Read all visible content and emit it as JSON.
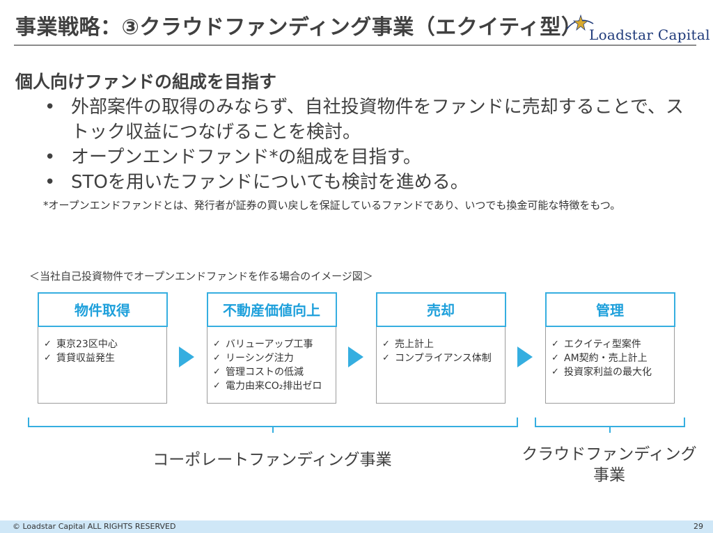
{
  "header": {
    "title": "事業戦略：③クラウドファンディング事業（エクイティ型）",
    "logo_text": "Loadstar Capital"
  },
  "content": {
    "heading": "個人向けファンドの組成を目指す",
    "bullets": [
      "外部案件の取得のみならず、自社投資物件をファンドに売却することで、ストック収益につなげることを検討。",
      "オープンエンドファンド*の組成を目指す。",
      "STOを用いたファンドについても検討を進める。"
    ],
    "footnote": "*オープンエンドファンドとは、発行者が証券の買い戻しを保証しているファンドであり、いつでも換金可能な特徴をもつ。"
  },
  "diagram": {
    "caption": "＜当社自己投資物件でオープンエンドファンドを作る場合のイメージ図＞",
    "check_symbol": "✓",
    "steps": [
      {
        "title": "物件取得",
        "items": [
          "東京23区中心",
          "賃貸収益発生"
        ]
      },
      {
        "title": "不動産価値向上",
        "items": [
          "バリューアップ工事",
          "リーシング注力",
          "管理コストの低減",
          "電力由来CO₂排出ゼロ"
        ]
      },
      {
        "title": "売却",
        "items": [
          "売上計上",
          "コンプライアンス体制"
        ]
      },
      {
        "title": "管理",
        "items": [
          "エクイティ型案件",
          "AM契約・売上計上",
          "投資家利益の最大化"
        ]
      }
    ],
    "groups": {
      "corporate": "コーポレートファンディング事業",
      "crowdfunding_line1": "クラウドファンディング",
      "crowdfunding_line2": "事業"
    }
  },
  "footer": {
    "copyright": "© Loadstar Capital ALL RIGHTS RESERVED",
    "page_number": "29"
  },
  "colors": {
    "accent": "#35aee0",
    "title_text": "#404040",
    "footer_bg": "#cfe7f7"
  }
}
